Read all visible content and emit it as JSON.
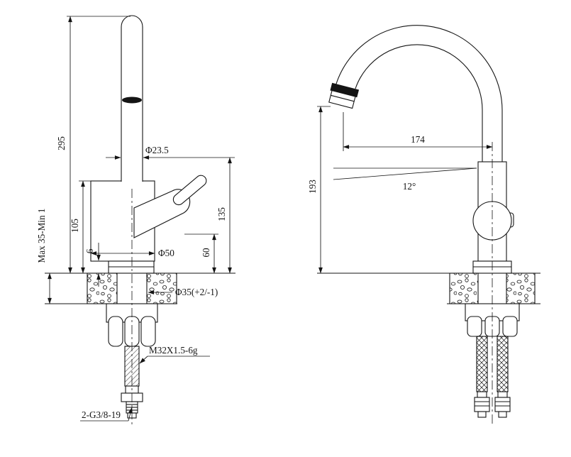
{
  "drawing": {
    "front": {
      "dim_overall_height": "295",
      "dim_mount_thickness": "Max 35-Min 1",
      "dim_body_height": "105",
      "dim_base_gap": "6",
      "dim_spout_dia": "Φ23.5",
      "dim_handle_height": "135",
      "dim_pivot_height": "60",
      "dim_body_dia": "Φ50",
      "dim_hole_dia": "Φ35(+2/-1)",
      "dim_shank_thread": "M32X1.5-6g",
      "dim_hose_thread": "2-G3/8-19"
    },
    "side": {
      "dim_reach": "174",
      "dim_outlet_height": "193",
      "dim_swivel_angle": "12°"
    }
  }
}
